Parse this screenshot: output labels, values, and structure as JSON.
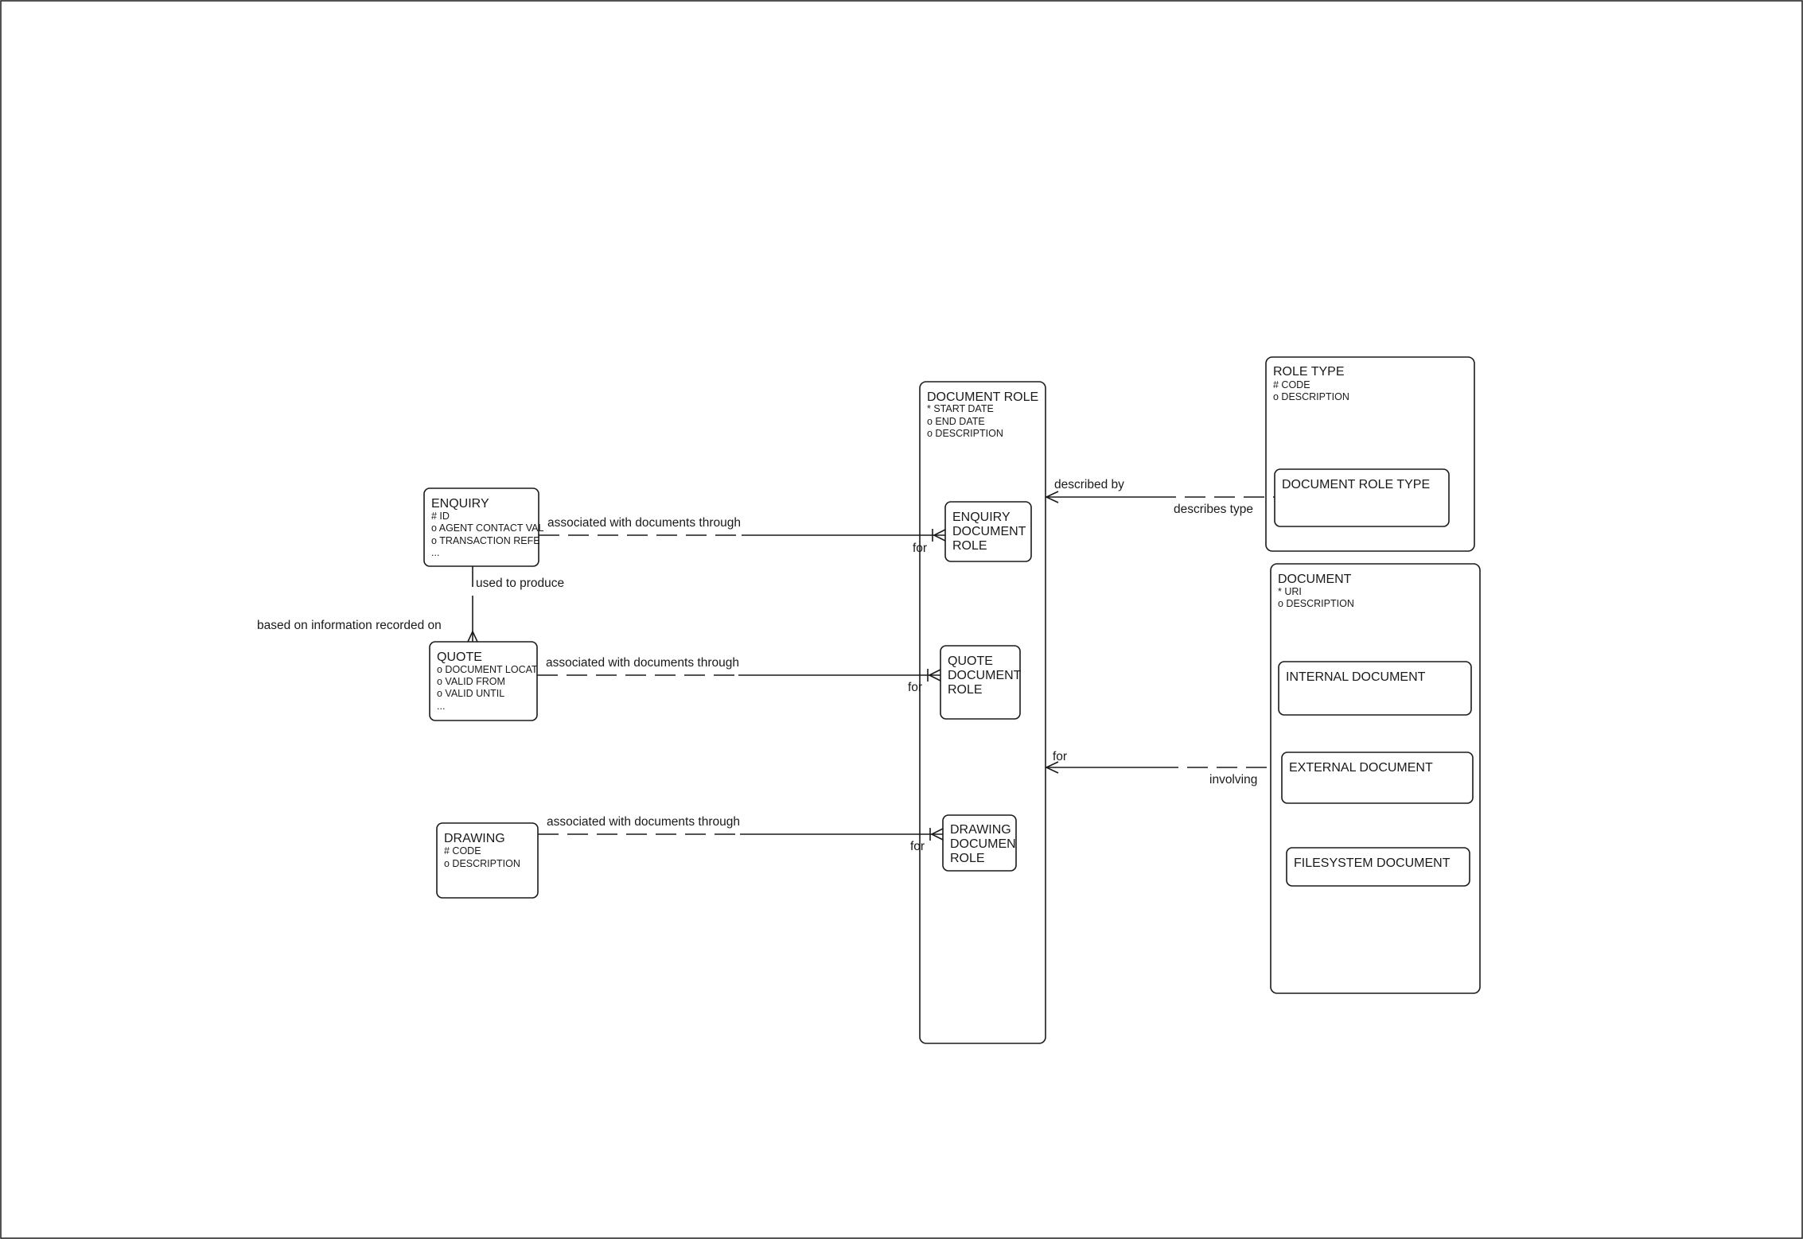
{
  "entities": {
    "document_role": {
      "title": "DOCUMENT ROLE",
      "attributes": [
        "*  START DATE",
        "o  END DATE",
        "o  DESCRIPTION"
      ],
      "subtypes": {
        "enquiry": [
          "ENQUIRY",
          "DOCUMENT",
          "ROLE"
        ],
        "quote": [
          "QUOTE",
          "DOCUMENT",
          "ROLE"
        ],
        "drawing": [
          "DRAWING",
          "DOCUMEN",
          "ROLE"
        ]
      }
    },
    "role_type": {
      "title": "ROLE TYPE",
      "attributes": [
        "#  CODE",
        "o  DESCRIPTION"
      ],
      "subtypes": {
        "document_role_type": "DOCUMENT ROLE TYPE"
      }
    },
    "document": {
      "title": "DOCUMENT",
      "attributes": [
        "*  URI",
        "o  DESCRIPTION"
      ],
      "subtypes": {
        "internal": "INTERNAL DOCUMENT",
        "external": "EXTERNAL DOCUMENT",
        "filesystem": "FILESYSTEM DOCUMENT"
      }
    },
    "enquiry": {
      "title": "ENQUIRY",
      "attributes": [
        "#  ID",
        "o  AGENT CONTACT VAL",
        "o  TRANSACTION REFE",
        "..."
      ]
    },
    "quote": {
      "title": "QUOTE",
      "attributes": [
        "o  DOCUMENT LOCAT",
        "o  VALID FROM",
        "o  VALID UNTIL",
        "..."
      ]
    },
    "drawing": {
      "title": "DRAWING",
      "attributes": [
        "#  CODE",
        "o  DESCRIPTION"
      ]
    }
  },
  "relationships": {
    "enquiry_docs": {
      "source_label": "associated with documents through",
      "target_label": "for"
    },
    "quote_docs": {
      "source_label": "associated with documents through",
      "target_label": "for"
    },
    "drawing_docs": {
      "source_label": "associated with documents through",
      "target_label": "for"
    },
    "enquiry_quote": {
      "source_label": "used to produce",
      "target_label": "based on information recorded on"
    },
    "role_roletype": {
      "source_label": "described by",
      "target_label": "describes type"
    },
    "role_document": {
      "source_label": "for",
      "target_label": "involving"
    }
  }
}
